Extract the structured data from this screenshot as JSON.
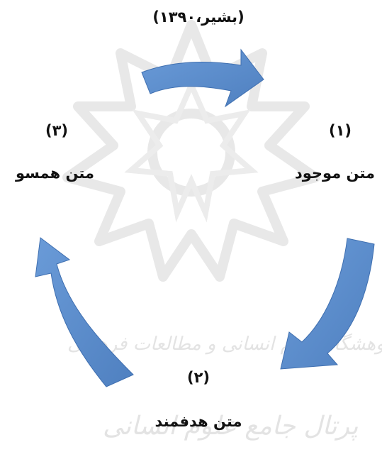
{
  "citation": "(بشیر،۱۳۹۰)",
  "nodes": [
    {
      "number": "(۱)",
      "label": "متن موجود"
    },
    {
      "number": "(۲)",
      "label": "متن هدفمند"
    },
    {
      "number": "(۳)",
      "label": "متن همسو"
    }
  ],
  "watermark": {
    "line1": "پژوهشگاه علوم انسانی و مطالعات فرهنگی",
    "line2": "پرتال جامع علوم انسانی"
  },
  "colors": {
    "arrow_fill": "#5b8dcc",
    "arrow_stroke": "#3f6fb0",
    "text": "#111111",
    "watermark": "#e3e3e3"
  }
}
